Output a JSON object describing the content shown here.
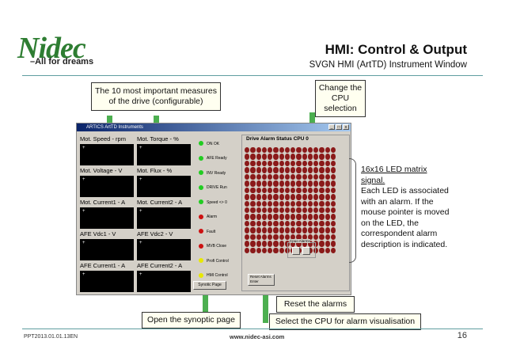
{
  "header": {
    "brand": "Nidec",
    "tagline": "–All for dreams",
    "title": "HMI: Control & Output",
    "subtitle": "SVGN HMI (ArtTD) Instrument Window"
  },
  "callouts": {
    "measures": "The 10 most important measures of the drive (configurable)",
    "cpu": "Change the CPU selection",
    "reset": "Reset the alarms",
    "synoptic": "Open the synoptic page",
    "select_cpu": "Select the CPU for alarm visualisation"
  },
  "window": {
    "title": "ARTICS ArtTD Instruments",
    "buttons": [
      "_",
      "□",
      "x"
    ],
    "measures": [
      {
        "label": "Mot. Speed - rpm",
        "value": "+"
      },
      {
        "label": "Mot. Torque - %",
        "value": "+"
      },
      {
        "label": "Mot. Voltage - V",
        "value": "+"
      },
      {
        "label": "Mot. Flux - %",
        "value": "+"
      },
      {
        "label": "Mot. Current1 - A",
        "value": "+"
      },
      {
        "label": "Mot. Current2 - A",
        "value": "+"
      },
      {
        "label": "AFE Vdc1 - V",
        "value": "+"
      },
      {
        "label": "AFE Vdc2 - V",
        "value": "+"
      },
      {
        "label": "AFE Current1 - A",
        "value": "+"
      },
      {
        "label": "AFE Current2 - A",
        "value": "+"
      }
    ],
    "status_leds": [
      {
        "label": "ON OK",
        "color": "#22cc22"
      },
      {
        "label": "AFE Ready",
        "color": "#22cc22"
      },
      {
        "label": "INV Ready",
        "color": "#22cc22"
      },
      {
        "label": "DRIVE Run",
        "color": "#22cc22"
      },
      {
        "label": "Speed <> 0",
        "color": "#22cc22"
      },
      {
        "label": "Alarm",
        "color": "#cc1111"
      },
      {
        "label": "Fault",
        "color": "#cc1111"
      },
      {
        "label": "MVB Close",
        "color": "#cc1111"
      },
      {
        "label": "Profi Control",
        "color": "#e8e800"
      },
      {
        "label": "HMI Control",
        "color": "#e8e800"
      }
    ],
    "synoptic_button": "Synotic Page",
    "matrix_title": "Drive Alarm Status CPU 0",
    "cpu_alarm_label": "Cpuo Alarms",
    "reset_button": "Reset Alarms\nEnter",
    "matrix_color": "#8b1a1a"
  },
  "note": {
    "line1": "16x16 LED matrix",
    "line2": "signal.",
    "rest": "Each LED is associated with an alarm. If the mouse pointer is moved on the LED, the correspondent alarm description is indicated."
  },
  "footer": {
    "code": "PPT2013.01.01.13EN",
    "url": "www.nidec-asi.com",
    "page": "16"
  }
}
